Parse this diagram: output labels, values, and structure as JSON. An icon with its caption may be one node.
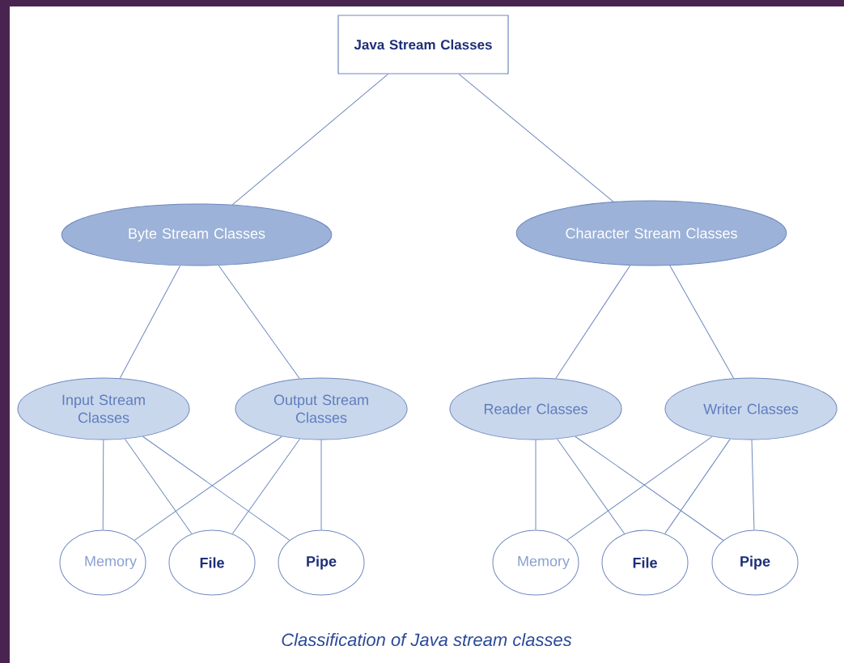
{
  "diagram": {
    "caption": "Classification of Java stream classes",
    "nodes": [
      {
        "text": [
          "Java Stream Classes"
        ]
      },
      {
        "text": [
          "Byte Stream Classes"
        ]
      },
      {
        "text": [
          "Character Stream Classes"
        ]
      },
      {
        "text": [
          "Input Stream Classes"
        ]
      },
      {
        "text": [
          "Output Stream Classes"
        ]
      },
      {
        "text": [
          "Reader Classes"
        ]
      },
      {
        "text": [
          "Writer Classes"
        ]
      },
      {
        "text": [
          "Memory"
        ]
      },
      {
        "text": [
          "File"
        ]
      },
      {
        "text": [
          "Pipe"
        ]
      },
      {
        "text": [
          "Memory"
        ]
      },
      {
        "text": [
          "File"
        ]
      },
      {
        "text": [
          "Pipe"
        ]
      }
    ],
    "edges": [
      {
        "from": 0,
        "to": 1,
        "arrow": "none"
      },
      {
        "from": 0,
        "to": 2,
        "arrow": "none"
      },
      {
        "from": 1,
        "to": 3,
        "arrow": "none"
      },
      {
        "from": 1,
        "to": 4,
        "arrow": "none"
      },
      {
        "from": 2,
        "to": 5,
        "arrow": "none"
      },
      {
        "from": 2,
        "to": 6,
        "arrow": "none"
      },
      {
        "from": 3,
        "to": 7,
        "arrow": "none"
      },
      {
        "from": 3,
        "to": 8,
        "arrow": "none"
      },
      {
        "from": 3,
        "to": 9,
        "arrow": "none"
      },
      {
        "from": 4,
        "to": 7,
        "arrow": "none"
      },
      {
        "from": 4,
        "to": 8,
        "arrow": "none"
      },
      {
        "from": 4,
        "to": 9,
        "arrow": "none"
      },
      {
        "from": 5,
        "to": 10,
        "arrow": "none"
      },
      {
        "from": 5,
        "to": 11,
        "arrow": "none"
      },
      {
        "from": 5,
        "to": 12,
        "arrow": "none"
      },
      {
        "from": 6,
        "to": 10,
        "arrow": "none"
      },
      {
        "from": 6,
        "to": 11,
        "arrow": "none"
      },
      {
        "from": 6,
        "to": 12,
        "arrow": "none"
      }
    ]
  }
}
